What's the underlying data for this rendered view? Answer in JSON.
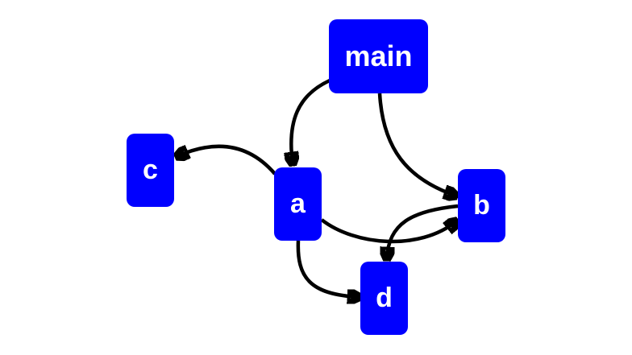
{
  "diagram": {
    "nodes": {
      "main": "main",
      "a": "a",
      "b": "b",
      "c": "c",
      "d": "d"
    },
    "edges": [
      {
        "from": "main",
        "to": "a"
      },
      {
        "from": "main",
        "to": "b"
      },
      {
        "from": "a",
        "to": "c"
      },
      {
        "from": "a",
        "to": "b"
      },
      {
        "from": "a",
        "to": "d"
      },
      {
        "from": "b",
        "to": "d"
      }
    ],
    "colors": {
      "node_fill": "#0000ff",
      "node_text": "#ffffff",
      "edge": "#000000",
      "background": "#ffffff"
    }
  }
}
